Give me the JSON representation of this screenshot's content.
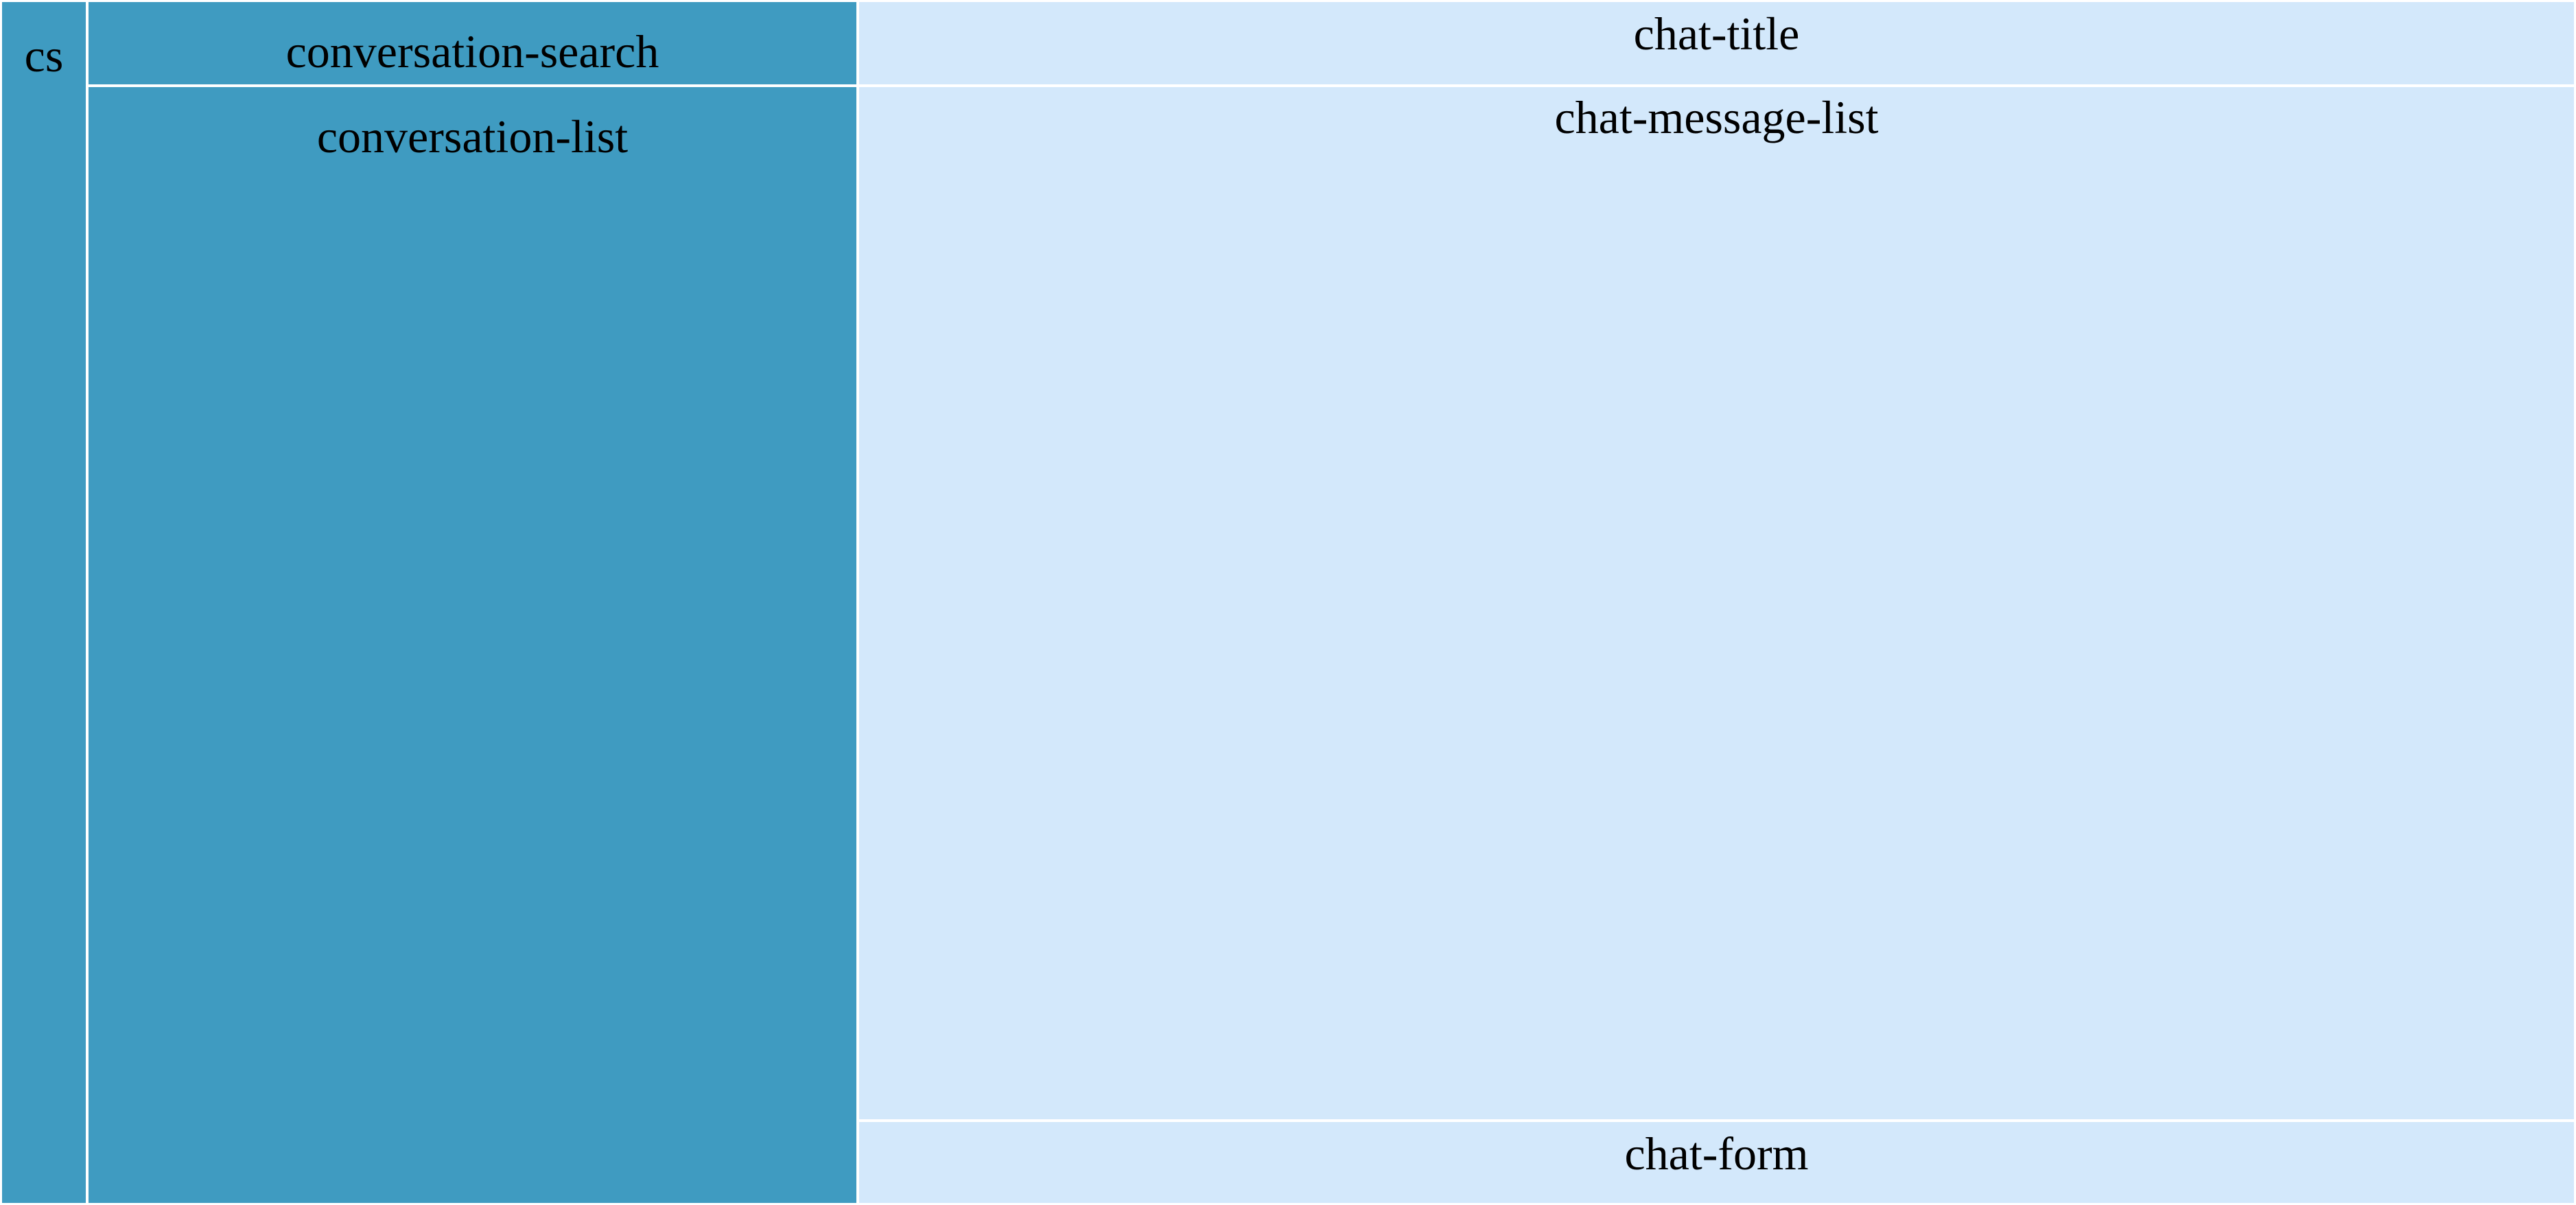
{
  "regions": {
    "sidebar_short": {
      "label": "cs",
      "color": "#3f9bc1"
    },
    "conversation_search": {
      "label": "conversation-search",
      "color": "#3f9bc1"
    },
    "conversation_list": {
      "label": "conversation-list",
      "color": "#3f9bc1"
    },
    "chat_title": {
      "label": "chat-title",
      "color": "#d3e8fb"
    },
    "chat_message_list": {
      "label": "chat-message-list",
      "color": "#d3e8fb"
    },
    "chat_form": {
      "label": "chat-form",
      "color": "#d3e8fb"
    }
  }
}
